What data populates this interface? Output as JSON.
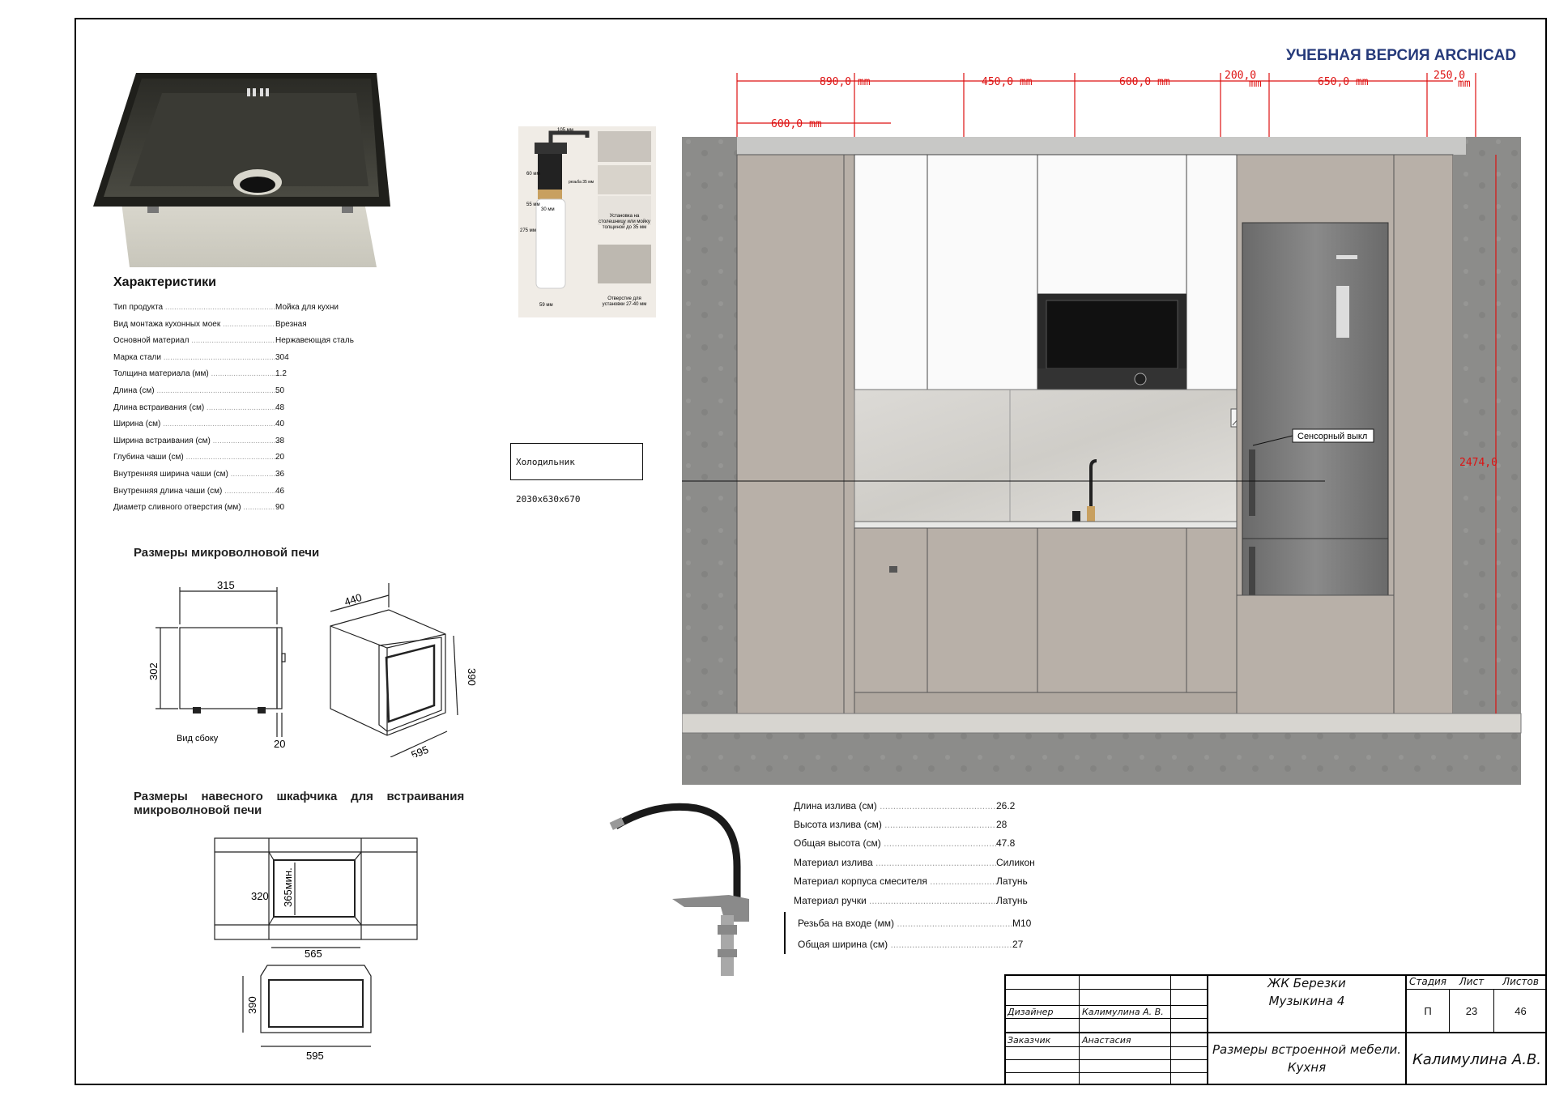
{
  "watermark": "УЧЕБНАЯ ВЕРСИЯ ARCHICAD",
  "sink": {
    "title": "Характеристики",
    "specs": [
      {
        "k": "Тип продукта",
        "v": "Мойка для кухни"
      },
      {
        "k": "Вид монтажа кухонных моек",
        "v": "Врезная"
      },
      {
        "k": "Основной материал",
        "v": "Нержавеющая сталь"
      },
      {
        "k": "Марка стали",
        "v": "304"
      },
      {
        "k": "Толщина материала (мм)",
        "v": "1.2"
      },
      {
        "k": "Длина (см)",
        "v": "50"
      },
      {
        "k": "Длина встраивания (см)",
        "v": "48"
      },
      {
        "k": "Ширина (см)",
        "v": "40"
      },
      {
        "k": "Ширина встраивания (см)",
        "v": "38"
      },
      {
        "k": "Глубина чаши (см)",
        "v": "20"
      },
      {
        "k": "Внутренняя ширина чаши (см)",
        "v": "36"
      },
      {
        "k": "Внутренняя длина чаши (см)",
        "v": "46"
      },
      {
        "k": "Диаметр сливного отверстия (мм)",
        "v": "90"
      }
    ]
  },
  "dispenser": {
    "dims": [
      "105 мм",
      "60 мм",
      "275 мм",
      "55 мм",
      "30 мм",
      "59 мм",
      "резьба 35 мм"
    ],
    "note1": "Установка на столешницу или мойку толщиной до 35 мм",
    "note2": "Отверстие для установки 27-40 мм"
  },
  "microwave": {
    "title": "Размеры микроволновой печи",
    "d315": "315",
    "d302": "302",
    "d440": "440",
    "d390": "390",
    "d595": "595",
    "d20": "20",
    "side_view": "Вид сбоку"
  },
  "cabinet": {
    "title_line1": "Размеры    навесного    шкафчика    для    встраивания",
    "title_line2": "микроволновой печи",
    "d320": "320",
    "d365": "365мин.",
    "d565": "565",
    "d390": "390",
    "d595": "595"
  },
  "elevation": {
    "dims_top": [
      "890,0 mm",
      "450,0 mm",
      "600,0 mm",
      "200,0",
      "mm",
      "650,0 mm",
      "250,0",
      "mm"
    ],
    "dim_second": "600,0 mm",
    "dim_height": "2474,0",
    "label_fridge": "Холодильник 2030х630х670",
    "label_switch": "Сенсорный выкл"
  },
  "faucet": {
    "specs": [
      {
        "k": "Длина излива (см)",
        "v": "26.2"
      },
      {
        "k": "Высота излива (см)",
        "v": "28"
      },
      {
        "k": "Общая высота (см)",
        "v": "47.8"
      },
      {
        "k": "Материал излива",
        "v": "Силикон"
      },
      {
        "k": "Материал корпуса смесителя",
        "v": "Латунь"
      },
      {
        "k": "Материал ручки",
        "v": "Латунь"
      },
      {
        "k": "Резьба на входе (мм)",
        "v": "M10"
      },
      {
        "k": "Общая ширина (см)",
        "v": "27"
      }
    ]
  },
  "title_block": {
    "project_line1": "ЖК Березки",
    "project_line2": "Музыкина 4",
    "designer_label": "Дизайнер",
    "designer": "Калимулина А. В.",
    "client_label": "Заказчик",
    "client": "Анастасия",
    "sheet_title_line1": "Размеры встроенной мебели.",
    "sheet_title_line2": "Кухня",
    "stage_label": "Стадия",
    "sheet_label": "Лист",
    "sheets_label": "Листов",
    "stage": "П",
    "sheet": "23",
    "sheets": "46",
    "author": "Калимулина А.В."
  }
}
